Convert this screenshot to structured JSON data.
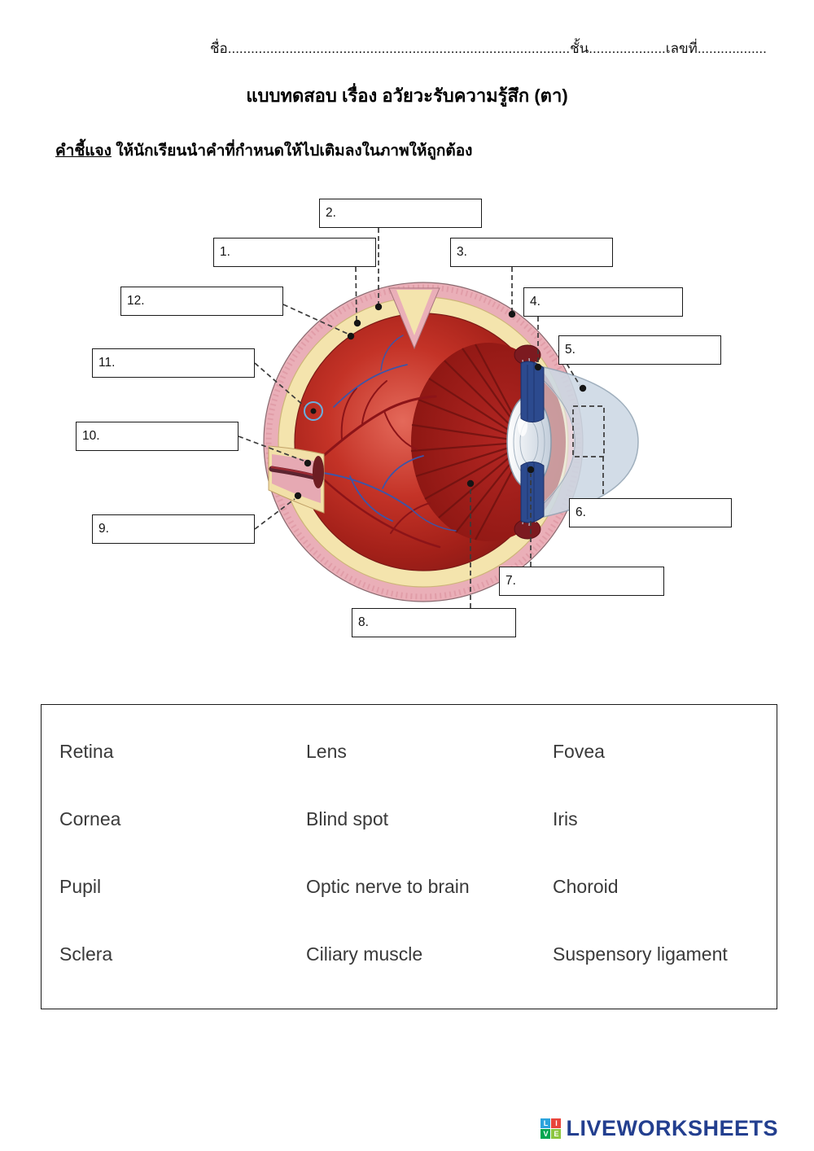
{
  "header": {
    "name_label": "ชื่อ",
    "name_dots": ".........................................................................................",
    "class_label": "ชั้น",
    "class_dots": "....................",
    "number_label": "เลขที่",
    "number_dots": ".................."
  },
  "title": "แบบทดสอบ เรื่อง อวัยวะรับความรู้สึก (ตา)",
  "instructions": {
    "lead": "คำชี้แจง",
    "text": " ให้นักเรียนนำคำที่กำหนดให้ไปเติมลงในภาพให้ถูกต้อง"
  },
  "diagram": {
    "boxes": [
      {
        "num": "1."
      },
      {
        "num": "2."
      },
      {
        "num": "3."
      },
      {
        "num": "4."
      },
      {
        "num": "5."
      },
      {
        "num": "6."
      },
      {
        "num": "7."
      },
      {
        "num": "8."
      },
      {
        "num": "9."
      },
      {
        "num": "10."
      },
      {
        "num": "11."
      },
      {
        "num": "12."
      }
    ]
  },
  "word_bank": {
    "terms": [
      [
        "Retina",
        "Lens",
        "Fovea"
      ],
      [
        "Cornea",
        "Blind spot",
        "Iris"
      ],
      [
        "Pupil",
        "Optic nerve to brain",
        "Choroid"
      ],
      [
        "Sclera",
        "Ciliary muscle",
        "Suspensory ligament"
      ]
    ]
  },
  "footer": {
    "brand": "LIVEWORKSHEETS",
    "logo_letters": [
      "L",
      "I",
      "V",
      "E"
    ],
    "logo_colors": [
      "#2ba3dc",
      "#e8453c",
      "#00a650",
      "#8dc63f"
    ],
    "brand_color": "#233f8f"
  }
}
